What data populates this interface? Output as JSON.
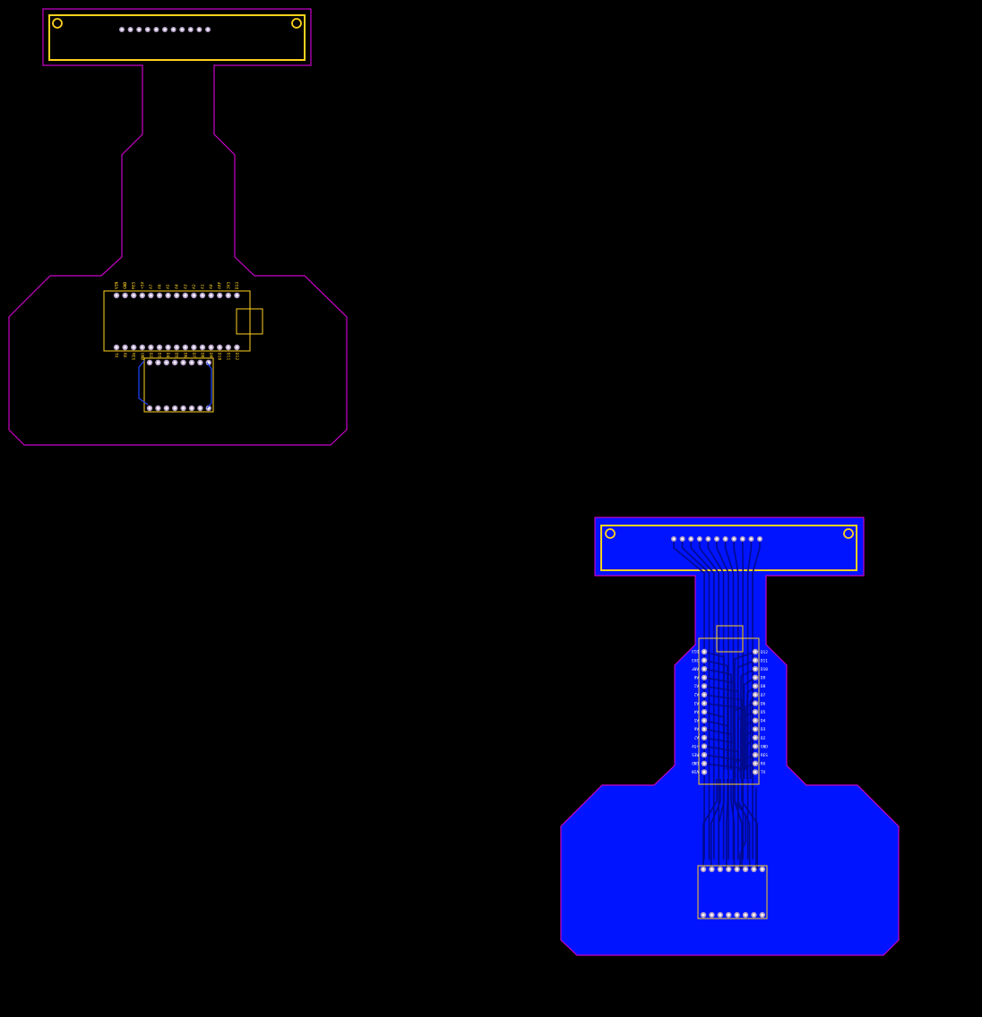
{
  "colors": {
    "background": "#000000",
    "outline": "#c800c8",
    "silkscreen": "#ffd21e",
    "copper_pour": "#0014ff",
    "trace": "#000a8c",
    "pad_ring": "#b4a0c8",
    "pad_hole": "#ffffff"
  },
  "left_view": {
    "top_header_labels": [
      "VIN",
      "GND",
      "RES",
      "+5V",
      "A7",
      "A6",
      "A5",
      "A4",
      "A3",
      "A2",
      "A1",
      "A0",
      "ARF",
      "3V3",
      "D13"
    ],
    "bottom_header_labels": [
      "TX",
      "RX",
      "RES",
      "GND",
      "D2",
      "D3",
      "D4",
      "D5",
      "D6",
      "D7",
      "D8",
      "D9",
      "D10",
      "D11",
      "D12"
    ]
  },
  "right_view": {
    "left_column_labels": [
      "D13",
      "3V3",
      "ARF",
      "A0",
      "A1",
      "A2",
      "A3",
      "A4",
      "A5",
      "A6",
      "A7",
      "+5V",
      "RES",
      "GND",
      "VIN"
    ],
    "right_column_labels": [
      "D12",
      "D11",
      "D10",
      "D9",
      "D8",
      "D7",
      "D6",
      "D5",
      "D4",
      "D3",
      "D2",
      "GND",
      "RES",
      "RX",
      "TX"
    ]
  }
}
